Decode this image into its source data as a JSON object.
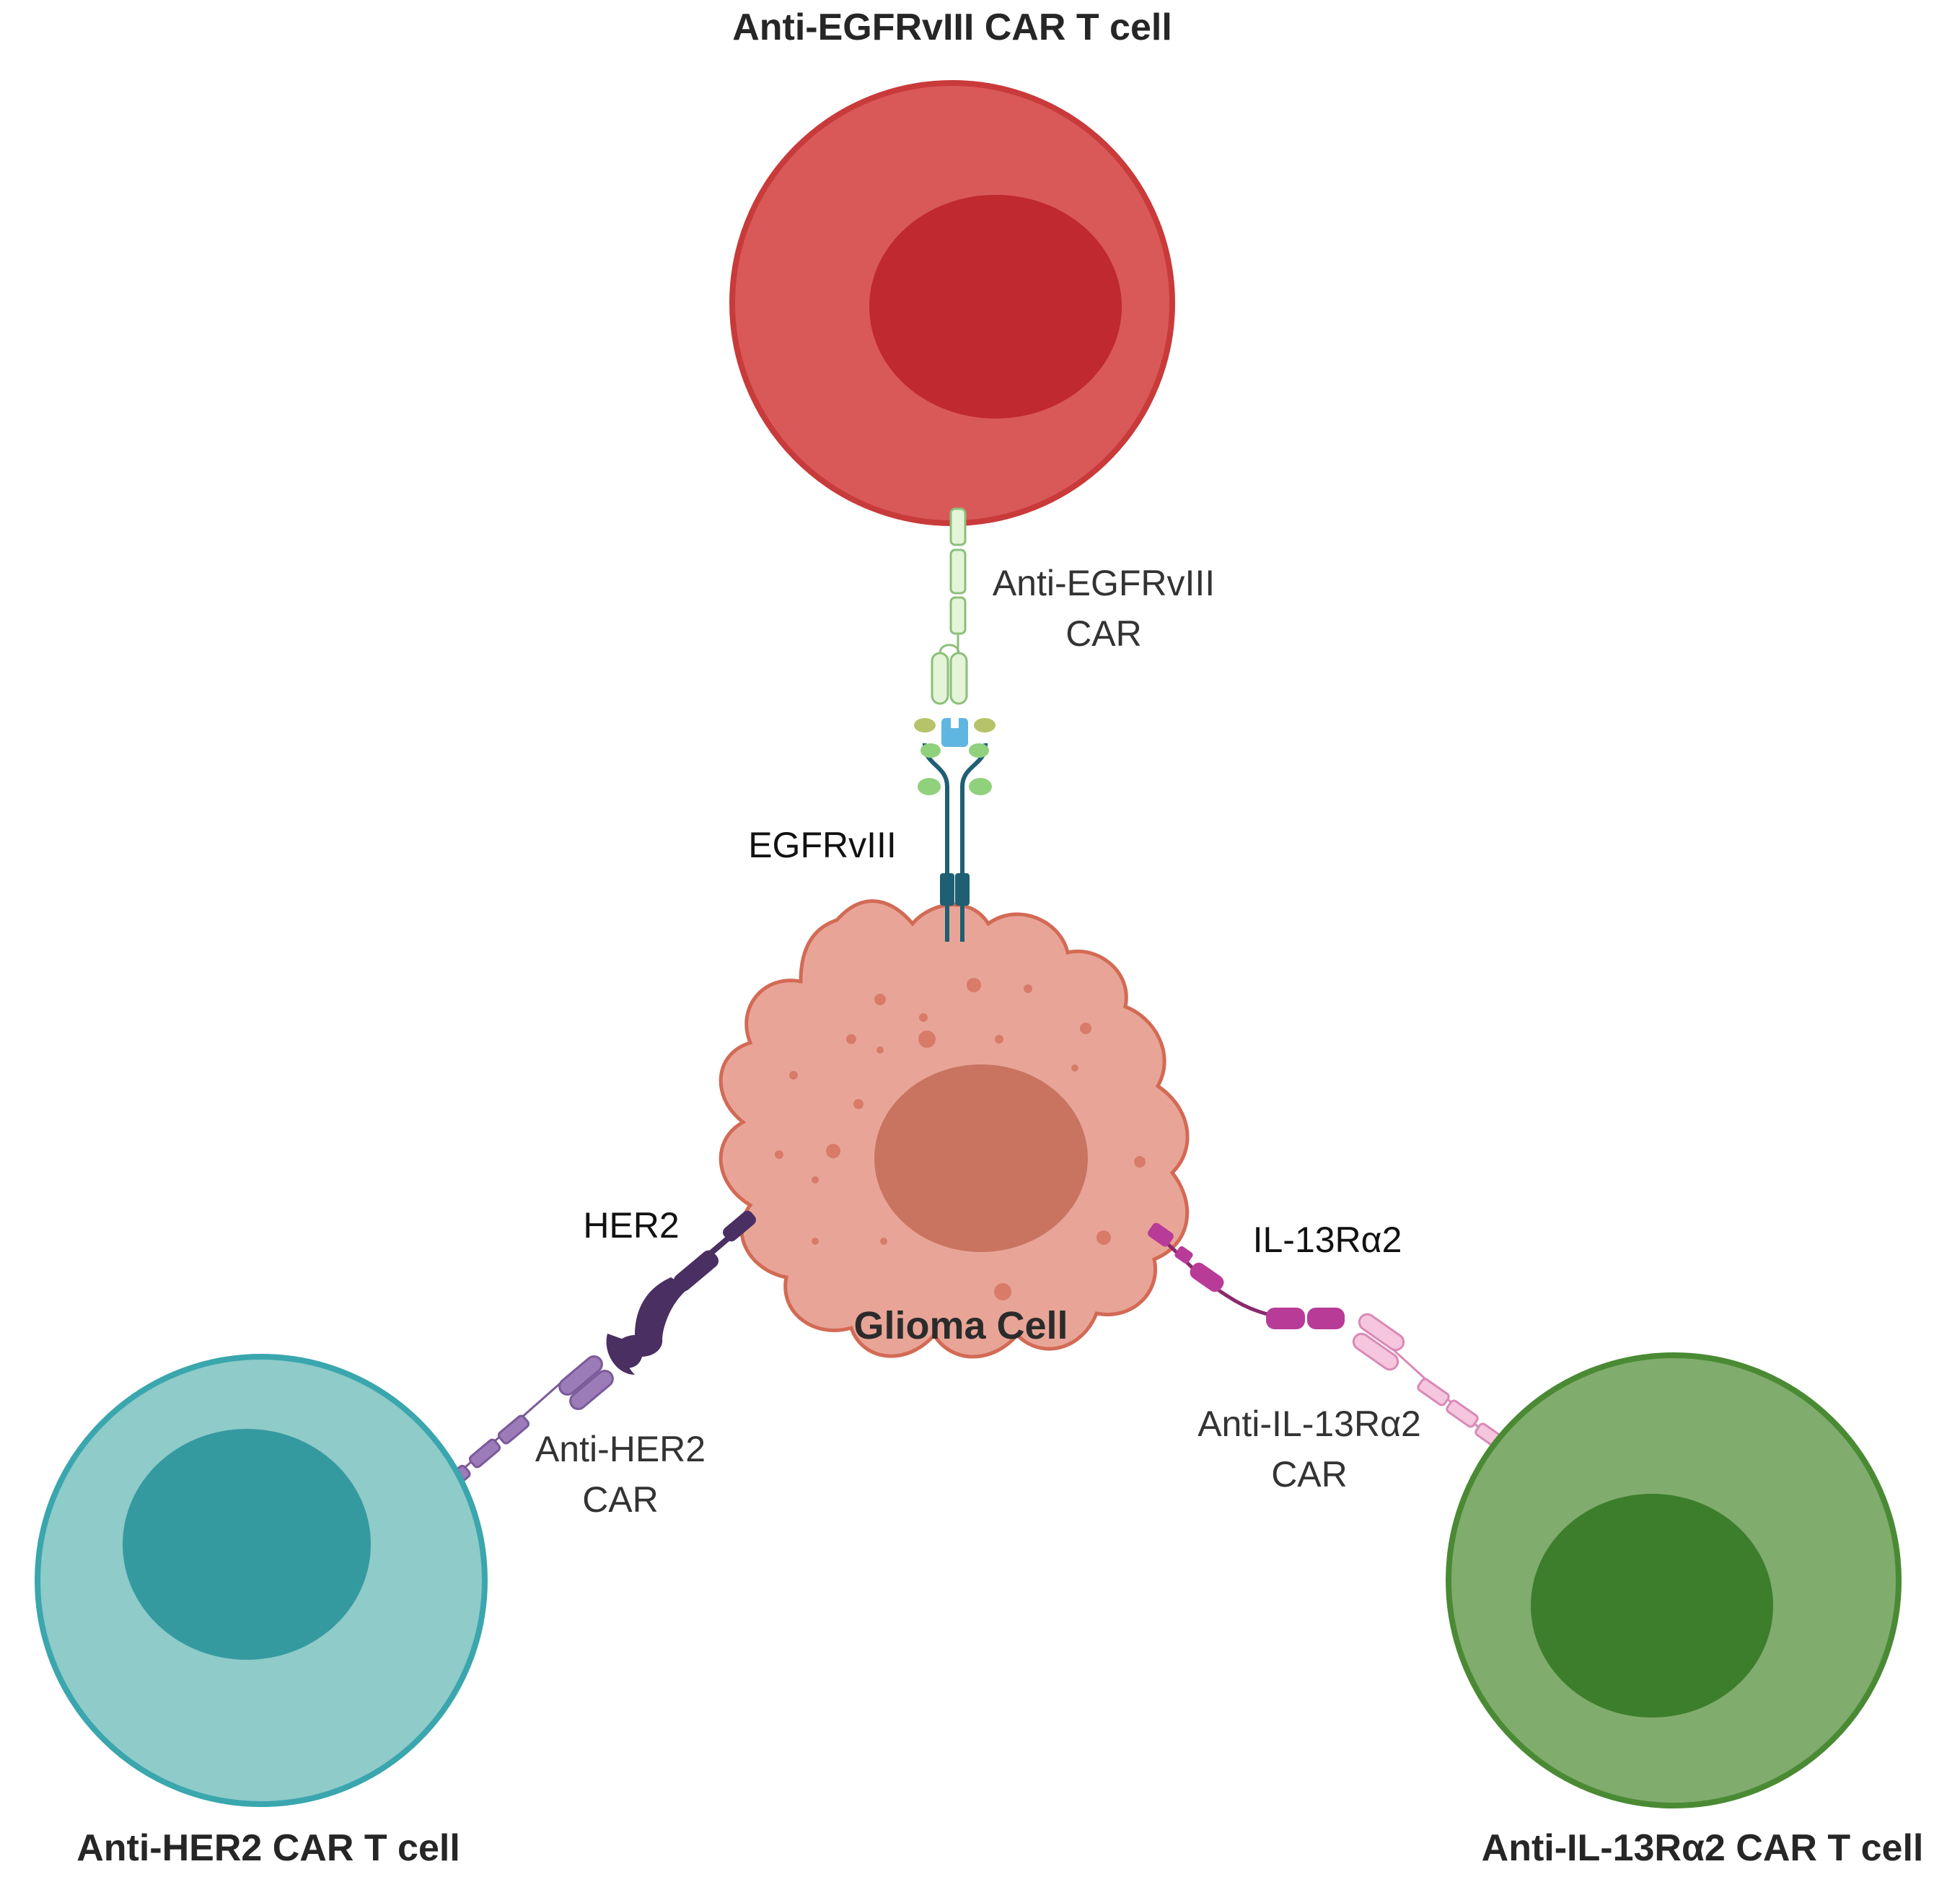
{
  "cells": {
    "egfr_car_t": {
      "title": "Anti-EGFRvIII CAR T cell",
      "outer_color": "#d95959",
      "border_color": "#c93a3a",
      "nucleus_color": "#c0292d"
    },
    "her2_car_t": {
      "title": "Anti-HER2 CAR T cell",
      "outer_color": "#8ecbc9",
      "border_color": "#3aa6ad",
      "nucleus_color": "#359aa0"
    },
    "il13_car_t": {
      "title": "Anti-IL-13Rα2 CAR T cell",
      "outer_color": "#80ac6d",
      "border_color": "#4a8a34",
      "nucleus_color": "#3d7e2c"
    },
    "glioma": {
      "title": "Glioma Cell",
      "body_color": "#e8a597",
      "border_color": "#d36a55",
      "nucleus_color": "#c97461"
    }
  },
  "labels": {
    "egfr_car_line1": "Anti-EGFRvIII",
    "egfr_car_line2": "CAR",
    "egfr_antigen": "EGFRvIII",
    "her2_antigen": "HER2",
    "her2_car_line1": "Anti-HER2",
    "her2_car_line2": "CAR",
    "il13_antigen": "IL-13Rα2",
    "il13_car_line1": "Anti-IL-13Rα2",
    "il13_car_line2": "CAR"
  },
  "colors": {
    "egfr_car_receptor": "#e4f4d8",
    "egfr_car_stroke": "#8cbf7a",
    "egfr_antigen": "#1f5f73",
    "her2_antigen": "#4a2f63",
    "her2_car": "#9b7bb8",
    "il13_antigen": "#b83b97",
    "il13_car": "#f5c6dd"
  }
}
